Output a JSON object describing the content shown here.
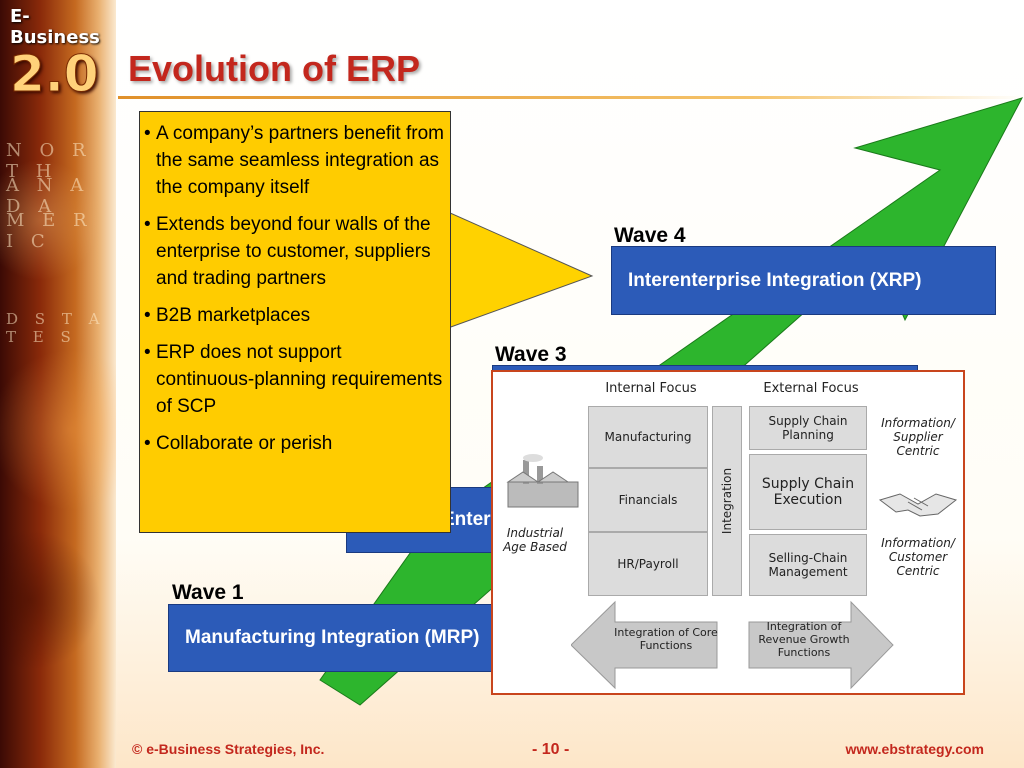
{
  "logo": {
    "line1": "E-Business",
    "line2": "2.0"
  },
  "sidebar_words": [
    "N O R T H",
    "A N A D A",
    "M E R I C",
    "D  S T A T E S"
  ],
  "title": "Evolution of ERP",
  "bullets": [
    "A company’s partners benefit from the same seamless integration as the company itself",
    "Extends beyond four walls of the enterprise  to customer, suppliers and trading partners",
    "B2B marketplaces",
    "ERP does not support continuous-planning requirements of SCP",
    "Collaborate or perish"
  ],
  "waves": {
    "wave4": {
      "label": "Wave 4",
      "box": "Interenterprise Integration (XRP)"
    },
    "wave3": {
      "label": "Wave 3"
    },
    "wave2": {
      "box": "Enterprise"
    },
    "wave1": {
      "label": "Wave 1",
      "box": "Manufacturing Integration (MRP)"
    }
  },
  "inset": {
    "internal_focus": "Internal Focus",
    "external_focus": "External Focus",
    "internal_items": [
      "Manufacturing",
      "Financials",
      "HR/Payroll"
    ],
    "integration": "Integration",
    "external_items": [
      "Supply Chain Planning",
      "Supply Chain Execution",
      "Selling-Chain Management"
    ],
    "left_note": "Industrial Age Based",
    "right_top": "Information/ Supplier Centric",
    "right_bottom": "Information/ Customer Centric",
    "left_arrow": "Integration of Core Functions",
    "right_arrow": "Integration of Revenue Growth Functions"
  },
  "footer": {
    "copyright": "© e-Business Strategies, Inc.",
    "page": "- 10 -",
    "url": "www.ebstrategy.com"
  },
  "colors": {
    "title": "#c3271d",
    "green_arrow": "#2db52d",
    "yellow_arrow": "#ffd200",
    "blue_box": "#2c5bb8",
    "bullet_box": "#ffcc00"
  }
}
